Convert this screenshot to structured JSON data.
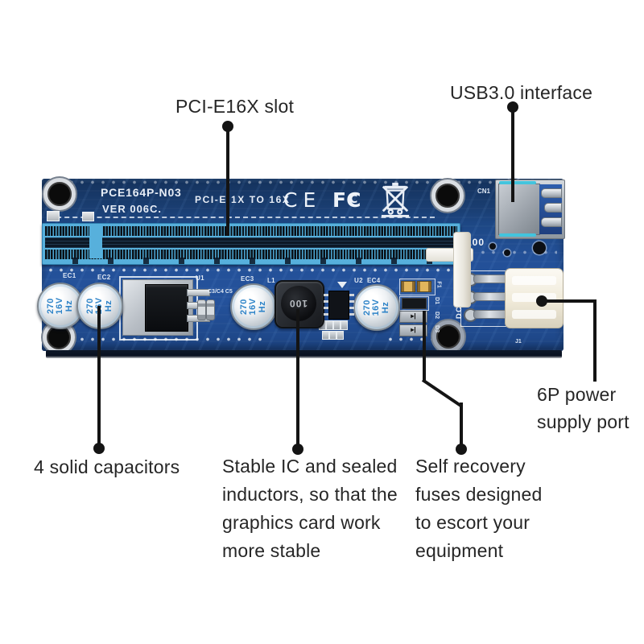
{
  "callouts": {
    "pcie_slot": {
      "label": "PCI-E16X slot"
    },
    "usb": {
      "label": "USB3.0 interface"
    },
    "capacitors": {
      "label": "4 solid capacitors"
    },
    "inductors": {
      "lines": [
        "Stable IC and sealed",
        "inductors, so that the",
        "graphics card work",
        "more stable"
      ]
    },
    "fuses": {
      "lines": [
        "Self recovery",
        "fuses designed",
        "to escort your",
        "equipment"
      ]
    },
    "power": {
      "lines": [
        "6P power",
        "supply port"
      ]
    }
  },
  "board": {
    "silkscreen": {
      "model": "PCE164P-N03",
      "version": "VER 006C.",
      "bus_label": "PCI-E 1X TO 16X",
      "ce_mark": "CE",
      "fcc_mark": "FC",
      "fcc_inner": "C",
      "cn1": "CN1",
      "j1": "J1",
      "dc_input": "DC 12V IN",
      "j100_marking": "100"
    },
    "components": {
      "capacitor_print": [
        "270",
        "16V",
        "Hz"
      ],
      "capacitor_refs": [
        "EC1",
        "EC2",
        "EC3",
        "EC4"
      ],
      "u1": "U1",
      "u2": "U2",
      "l1": "L1",
      "c_refs": "C3/C4 C5",
      "inductor_value": "100",
      "fuse_refs": [
        "F1",
        "D1",
        "D2",
        "D3"
      ],
      "diode_glyph": "▸|"
    }
  },
  "colors": {
    "pcb_blue": "#23509a",
    "pcb_dark": "#16345f",
    "slot_blue": "#57b0dc",
    "latch_white": "#f2efe8",
    "connector_ivory": "#f0ead9",
    "usb_metal": "#b2b9c0",
    "usb_blue": "#2e5fae",
    "cap_silver": "#dde3e8",
    "cap_print_blue": "#2f84c8",
    "callout_black": "#141414"
  }
}
